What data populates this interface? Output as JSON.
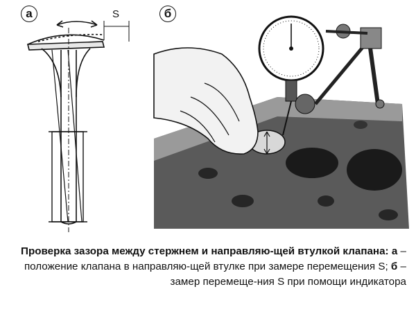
{
  "figure": {
    "panel_a_label": "а",
    "panel_b_label": "б",
    "dimension_label": "S"
  },
  "caption": {
    "title": "Проверка зазора между стержнем и направляю-щей втулкой клапана:",
    "part_a_key": "а",
    "part_a_text": "–положение клапана в направляю-щей втулке при замере перемещения S;",
    "part_b_key": "б",
    "part_b_text": "– замер перемеще-ния S при помощи индикатора"
  }
}
